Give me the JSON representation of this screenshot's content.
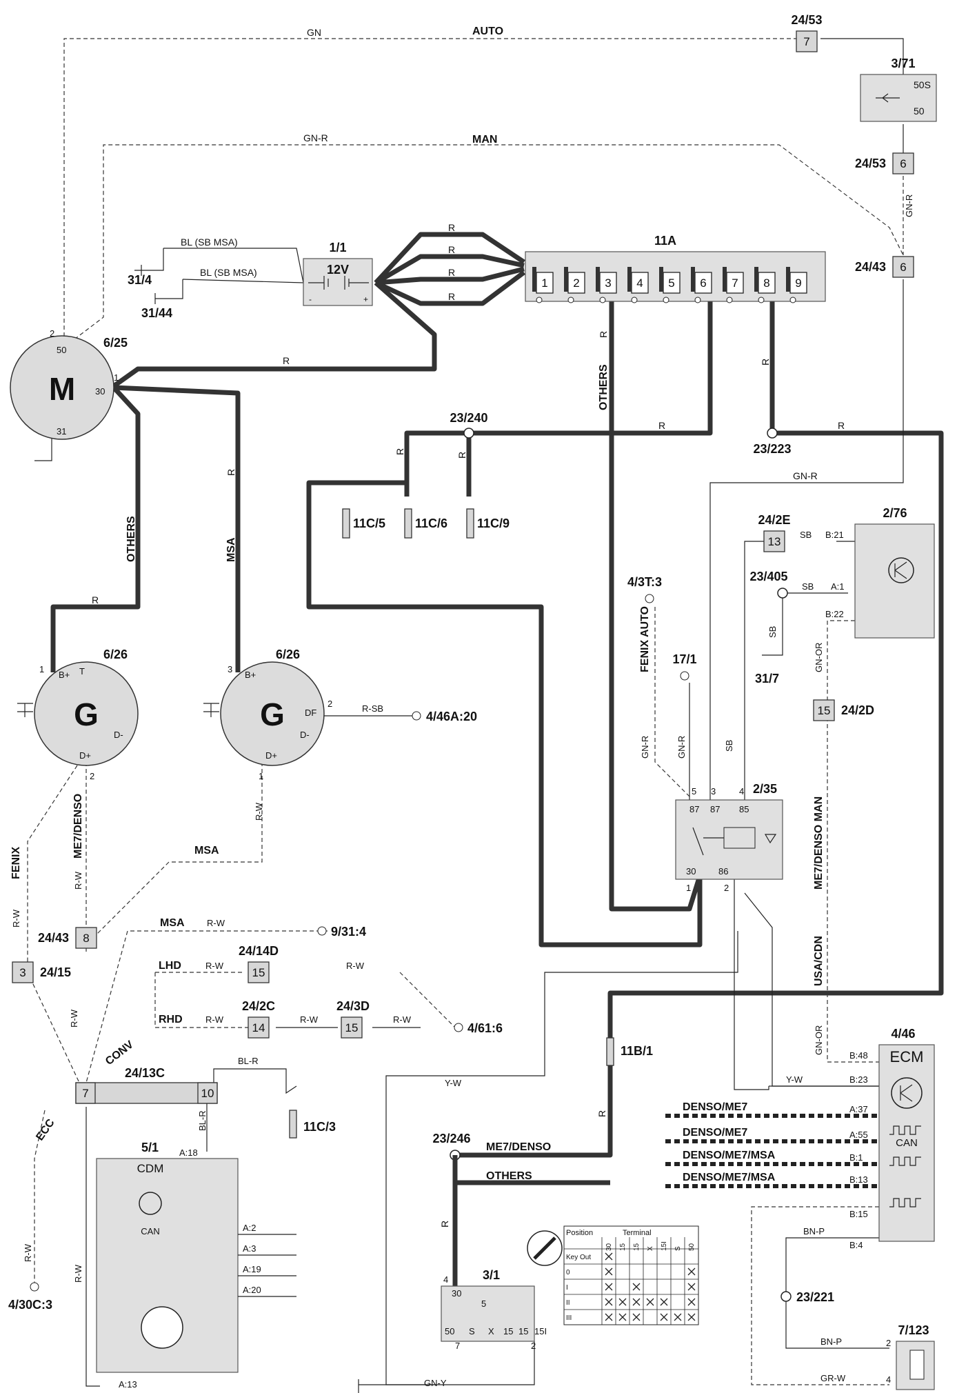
{
  "wires": {
    "gn": "GN",
    "auto": "AUTO",
    "gn_r": "GN-R",
    "man": "MAN",
    "bl_sb_msa": "BL (SB MSA)",
    "r": "R",
    "others": "OTHERS",
    "msa": "MSA",
    "r_sb": "R-SB",
    "r_w": "R-W",
    "me7_denso": "ME7/DENSO",
    "fenix": "FENIX",
    "sb": "SB",
    "fenix_auto": "FENIX AUTO",
    "gn_or": "GN-OR",
    "usa_cdn": "USA/CDN",
    "me7_denso_man": "ME7/DENSO MAN",
    "lhd": "LHD",
    "rhd": "RHD",
    "conv": "CONV",
    "ecc": "ECC",
    "bl_r": "BL-R",
    "y_w": "Y-W",
    "gn_y": "GN-Y",
    "bn_p": "BN-P",
    "gr_w": "GR-W",
    "can_lines": [
      "DENSO/ME7",
      "DENSO/ME7",
      "DENSO/ME7/MSA",
      "DENSO/ME7/MSA"
    ]
  },
  "components": {
    "c24_53_top": {
      "id": "24/53",
      "pin": "7"
    },
    "c3_71": {
      "id": "3/71",
      "p1": "50S",
      "p2": "50"
    },
    "c24_53_mid": {
      "id": "24/53",
      "pin": "6"
    },
    "c24_43_top": {
      "id": "24/43",
      "pin": "6"
    },
    "c11a": {
      "id": "11A",
      "fuses": [
        "1",
        "2",
        "3",
        "4",
        "5",
        "6",
        "7",
        "8",
        "9"
      ]
    },
    "c1_1": {
      "id": "1/1",
      "label": "12V",
      "minus": "-",
      "plus": "+"
    },
    "c31_4": "31/4",
    "c31_44": "31/44",
    "c6_25": {
      "id": "6/25",
      "symbol": "M",
      "p50": "50",
      "p2": "2",
      "p1": "1",
      "p30": "30",
      "p31": "31"
    },
    "c23_240": "23/240",
    "c23_223": "23/223",
    "c11c": [
      "11C/5",
      "11C/6",
      "11C/9"
    ],
    "c24_2e": {
      "id": "24/2E",
      "pin": "13"
    },
    "c2_76": {
      "id": "2/76",
      "b21": "B:21",
      "a1": "A:1",
      "b22": "B:22"
    },
    "c23_405": "23/405",
    "c4_3t": "4/3T:3",
    "c31_7": "31/7",
    "c24_2d": {
      "id": "24/2D",
      "pin": "15"
    },
    "c17_1": "17/1",
    "c6_26_a": {
      "id": "6/26",
      "symbol": "G",
      "bplus": "B+",
      "t": "T",
      "dminus": "D-",
      "dplus": "D+",
      "p1": "1",
      "p2": "2"
    },
    "c6_26_b": {
      "id": "6/26",
      "symbol": "G",
      "bplus": "B+",
      "df": "DF",
      "dminus": "D-",
      "dplus": "D+",
      "p3": "3",
      "p2": "2",
      "p1": "1"
    },
    "c4_46a": "4/46A:20",
    "c2_35": {
      "id": "2/35",
      "p87a": "87",
      "p87b": "87",
      "p85": "85",
      "p30": "30",
      "p86": "86",
      "n5": "5",
      "n3": "3",
      "n4": "4",
      "n1": "1",
      "n2": "2"
    },
    "c24_43_bot": {
      "id": "24/43",
      "pin": "8"
    },
    "c24_15": {
      "id": "24/15",
      "pin": "3"
    },
    "c9_31": "9/31:4",
    "c24_14d": {
      "id": "24/14D",
      "pin": "15"
    },
    "c24_2c": {
      "id": "24/2C",
      "pin": "14"
    },
    "c24_3d": {
      "id": "24/3D",
      "pin": "15"
    },
    "c4_61": "4/61:6",
    "c24_13c": {
      "id": "24/13C",
      "p7": "7",
      "p10": "10"
    },
    "c11c_3": "11C/3",
    "c11b_1": "11B/1",
    "c4_46": {
      "id": "4/46",
      "title": "ECM",
      "can": "CAN",
      "pins": [
        "B:48",
        "B:23",
        "A:37",
        "A:55",
        "B:1",
        "B:13",
        "B:15",
        "B:4"
      ]
    },
    "c23_246": "23/246",
    "c5_1": {
      "id": "5/1",
      "title": "CDM",
      "can": "CAN",
      "pins": [
        "A:18",
        "A:2",
        "A:3",
        "A:19",
        "A:20",
        "A:13"
      ]
    },
    "c4_30c": "4/30C:3",
    "c3_1": {
      "id": "3/1",
      "pins": [
        "30",
        "5",
        "50",
        "S",
        "X",
        "15",
        "15",
        "15I"
      ],
      "n7": "7",
      "n2": "2",
      "n4": "4"
    },
    "c23_221": "23/221",
    "c7_123": {
      "id": "7/123",
      "n2": "2",
      "n4": "4"
    }
  },
  "ignition_table": {
    "position_header": "Position",
    "terminal_header": "Terminal",
    "columns": [
      "30",
      "15",
      "15",
      "X",
      "15I",
      "S",
      "50"
    ],
    "rows": [
      {
        "pos": "Key Out",
        "marks": [
          1,
          0,
          0,
          0,
          0,
          0,
          0
        ]
      },
      {
        "pos": "0",
        "marks": [
          1,
          0,
          0,
          0,
          0,
          0,
          1
        ]
      },
      {
        "pos": "I",
        "marks": [
          1,
          0,
          1,
          0,
          0,
          0,
          1
        ]
      },
      {
        "pos": "II",
        "marks": [
          1,
          1,
          1,
          1,
          1,
          0,
          1
        ]
      },
      {
        "pos": "III",
        "marks": [
          1,
          1,
          1,
          0,
          1,
          1,
          1
        ]
      }
    ]
  }
}
